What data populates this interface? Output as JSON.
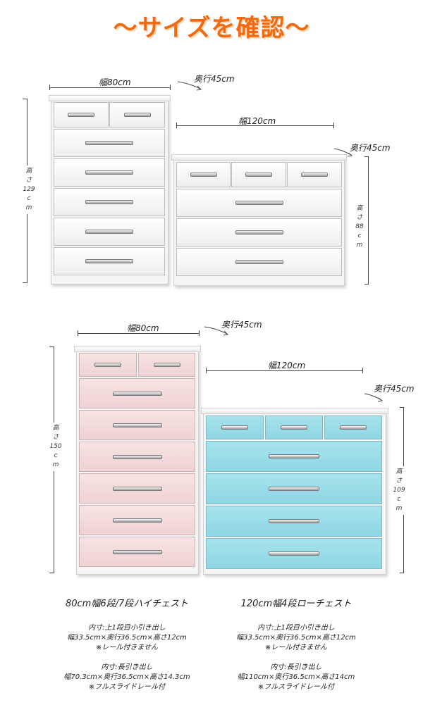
{
  "page": {
    "title": "～サイズを確認～"
  },
  "white_high": {
    "width": "幅80cm",
    "depth": "奥行45cm",
    "height_chars": [
      "高",
      "さ",
      "129",
      "c",
      "m"
    ]
  },
  "white_low": {
    "width": "幅120cm",
    "depth": "奥行45cm",
    "height_chars": [
      "高",
      "さ",
      "88",
      "c",
      "m"
    ]
  },
  "pink_high": {
    "width": "幅80cm",
    "depth": "奥行45cm",
    "height_chars": [
      "高",
      "さ",
      "150",
      "c",
      "m"
    ]
  },
  "blue_low": {
    "width": "幅120cm",
    "depth": "奥行45cm",
    "height_chars": [
      "高",
      "さ",
      "109",
      "c",
      "m"
    ]
  },
  "left_spec": {
    "title": "80cm幅6段/7段ハイチェスト",
    "small_label": "内寸:上1段目小引き出し",
    "small_dims": "幅33.5cm×奥行36.5cm×高さ12cm",
    "small_note": "※レール付きません",
    "long_label": "内寸:長引き出し",
    "long_dims": "幅70.3cm×奥行36.5cm×高さ14.3cm",
    "long_note": "※フルスライドレール付"
  },
  "right_spec": {
    "title": "120cm幅4段ローチェスト",
    "small_label": "内寸:上1段目小引き出し",
    "small_dims": "幅33.5cm×奥行36.5cm×高さ12cm",
    "small_note": "※レール付きません",
    "long_label": "内寸:長引き出し",
    "long_dims": "幅110cm×奥行36.5cm×高さ14cm",
    "long_note": "※フルスライドレール付"
  },
  "colors": {
    "title": "#f06a12",
    "white_drawer": "#f2f2f2",
    "pink_drawer": "#f2d9d9",
    "blue_drawer": "#98dbe7"
  }
}
